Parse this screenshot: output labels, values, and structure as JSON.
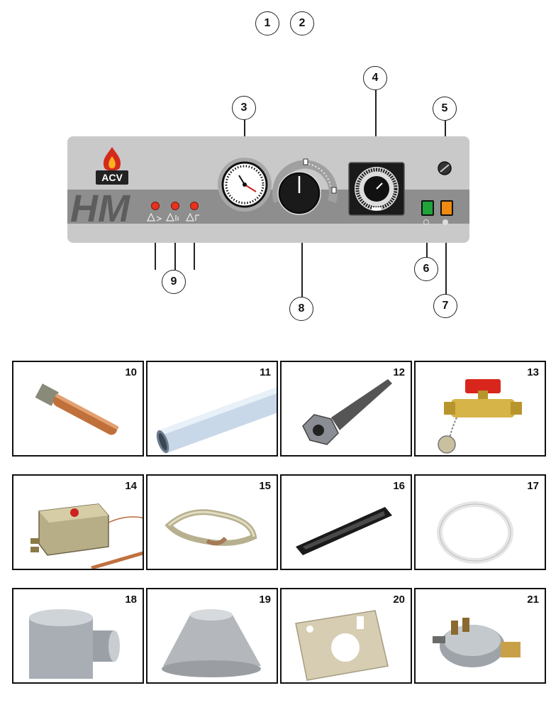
{
  "panel": {
    "brand_logo": "ACV",
    "model_logo": "HM",
    "callouts": [
      "1",
      "2",
      "3",
      "4",
      "5",
      "6",
      "7",
      "8",
      "9"
    ]
  },
  "parts": [
    {
      "number": "10"
    },
    {
      "number": "11"
    },
    {
      "number": "12"
    },
    {
      "number": "13"
    },
    {
      "number": "14"
    },
    {
      "number": "15"
    },
    {
      "number": "16"
    },
    {
      "number": "17"
    },
    {
      "number": "18"
    },
    {
      "number": "19"
    },
    {
      "number": "20"
    },
    {
      "number": "21"
    }
  ]
}
